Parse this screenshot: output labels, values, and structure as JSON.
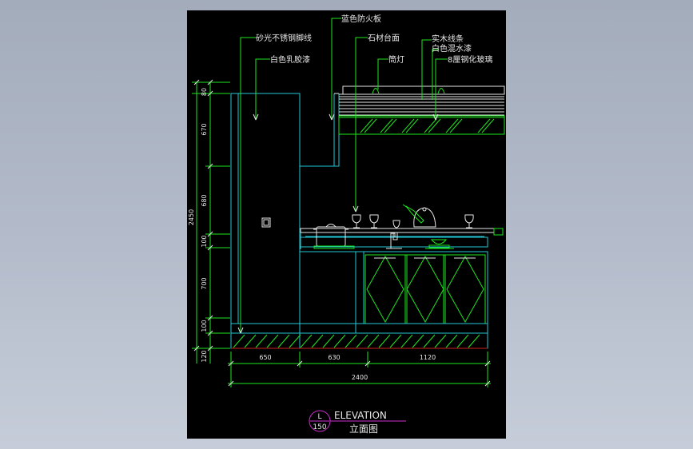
{
  "drawing": {
    "title_en": "ELEVATION",
    "title_cn": "立面图",
    "symbol_letter": "L",
    "symbol_scale": "150"
  },
  "labels": {
    "stainless": "砂光不锈钢脚线",
    "latex": "白色乳胶漆",
    "fireboard": "蓝色防火板",
    "stone": "石材台面",
    "downlight": "筒灯",
    "wood_strip": "实木线条",
    "white_paint": "白色混水漆",
    "glass": "8厘钢化玻璃"
  },
  "dimensions": {
    "vertical": [
      "80",
      "670",
      "680",
      "100",
      "700",
      "100",
      "120"
    ],
    "total_height": "2450",
    "horizontal": [
      "650",
      "630",
      "1120"
    ],
    "total_width": "2400"
  },
  "colors": {
    "background": "#000000",
    "green": "#1ee61e",
    "cyan": "#23c8d8",
    "white": "#e6e6e6",
    "red": "#d02020",
    "magenta": "#d030d0"
  }
}
